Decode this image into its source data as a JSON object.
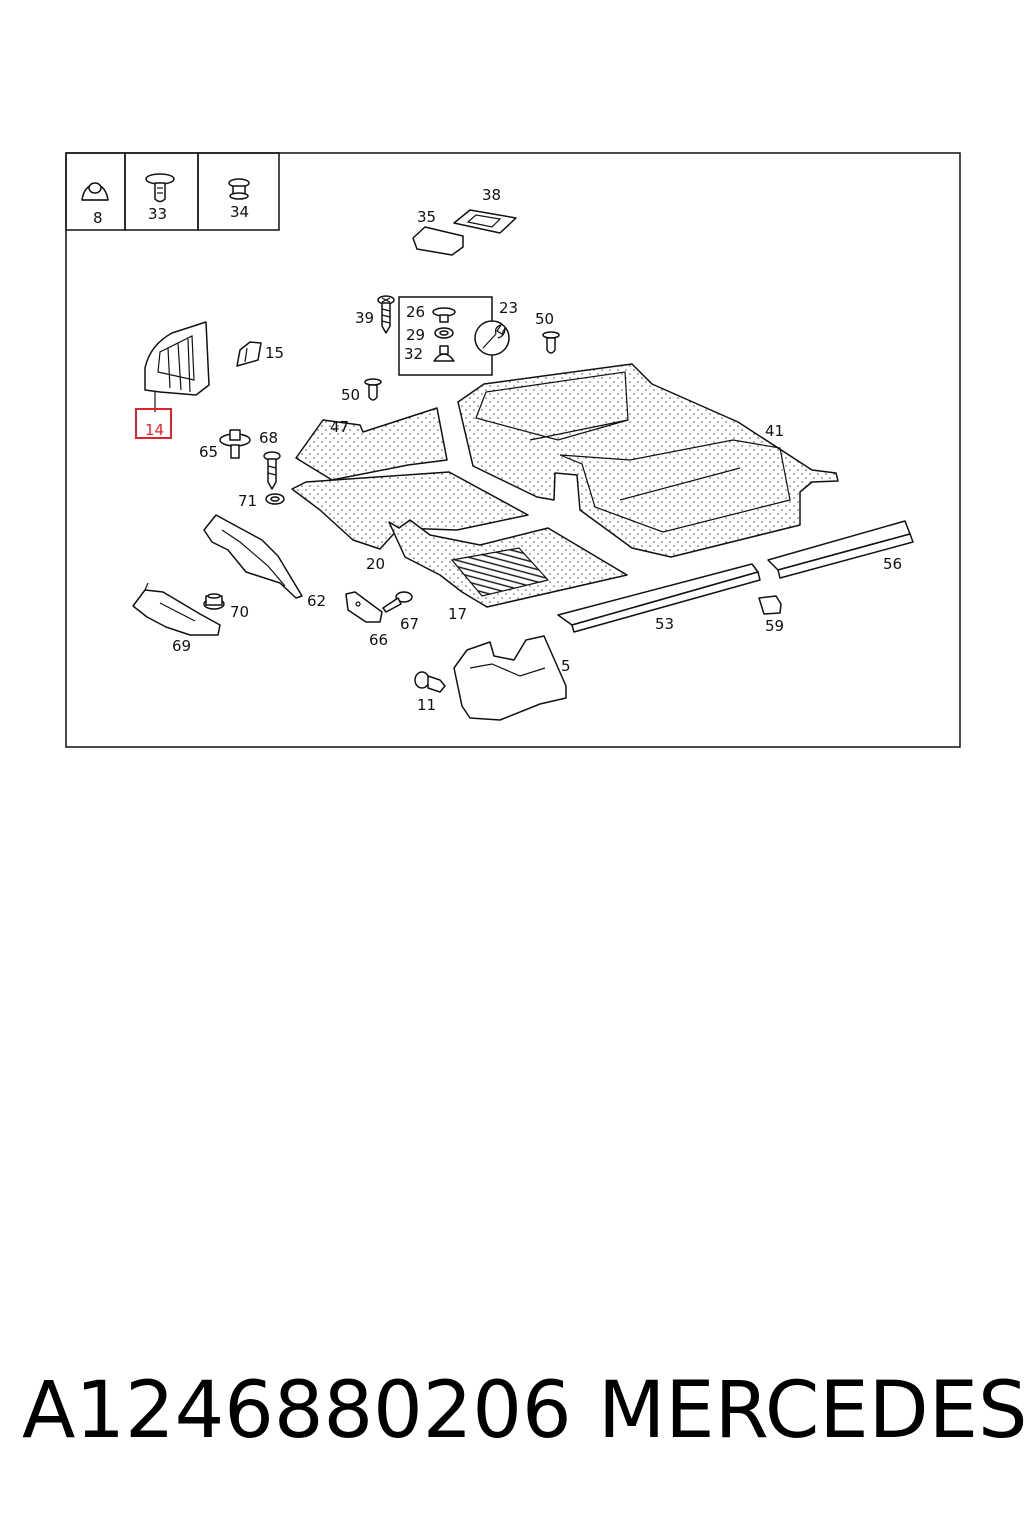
{
  "caption": {
    "part_number": "A1246880206",
    "brand": "MERCEDES"
  },
  "diagram": {
    "highlight_color": "#e0242e",
    "highlighted_callout": "14",
    "inset_labels": [
      "8",
      "33",
      "34"
    ],
    "callouts": {
      "c5": "5",
      "c11": "11",
      "c14": "14",
      "c15": "15",
      "c17": "17",
      "c20": "20",
      "c23": "23",
      "c26": "26",
      "c29": "29",
      "c32": "32",
      "c35": "35",
      "c38": "38",
      "c39": "39",
      "c41": "41",
      "c47": "47",
      "c50a": "50",
      "c50b": "50",
      "c53": "53",
      "c56": "56",
      "c59": "59",
      "c62": "62",
      "c65": "65",
      "c66": "66",
      "c67": "67",
      "c68": "68",
      "c69": "69",
      "c70": "70",
      "c71": "71"
    }
  }
}
